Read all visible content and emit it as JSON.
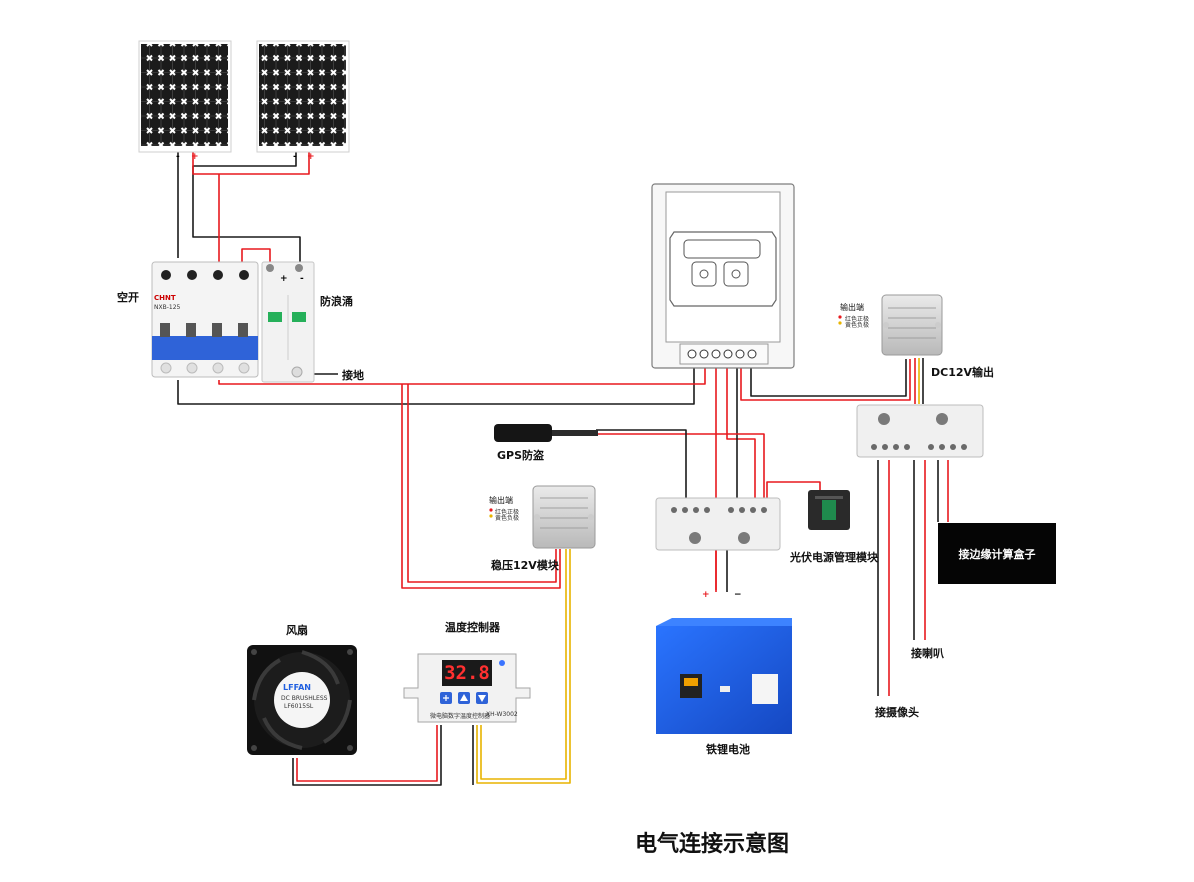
{
  "title": "电气连接示意图",
  "labels": {
    "breaker": "空开",
    "surge": "防浪涌",
    "ground": "接地",
    "dc12v_out": "DC12V输出",
    "gps": "GPS防盗",
    "regulator": "稳压12V模块",
    "pv_module": "光伏电源管理模块",
    "edge_box": "接边缘计算盒子",
    "speaker": "接喇叭",
    "camera": "接摄像头",
    "fan": "风扇",
    "thermo": "温度控制器",
    "battery": "铁锂电池",
    "output_end_1": "输出端",
    "output_end_2": "输出端"
  },
  "tiny_text": {
    "red_wire": "红色正极",
    "yellow_wire": "黄色负极",
    "breaker_brand": "CHNT",
    "breaker_model": "NXB-125",
    "fan_brand": "LFFAN",
    "fan_model": "LF6015SL",
    "fan_spec": "DC BRUSHLESS",
    "thermo_caption": "微电脑数字温度控制器",
    "thermo_model": "XH-W3002"
  },
  "thermostat": {
    "reading": "32.8"
  },
  "signs": {
    "panel1_minus": "-",
    "panel1_plus": "+",
    "panel2_minus": "-",
    "panel2_plus": "+",
    "spd_plus": "+",
    "spd_minus": "-",
    "battery_plus": "+",
    "battery_minus": "−"
  },
  "colors": {
    "wire_red": "#e8191e",
    "wire_black": "#1a1a1a",
    "wire_yellow": "#e8b400",
    "battery_blue": "#1f5fe0",
    "panel_cell": "#1b1b1b"
  }
}
